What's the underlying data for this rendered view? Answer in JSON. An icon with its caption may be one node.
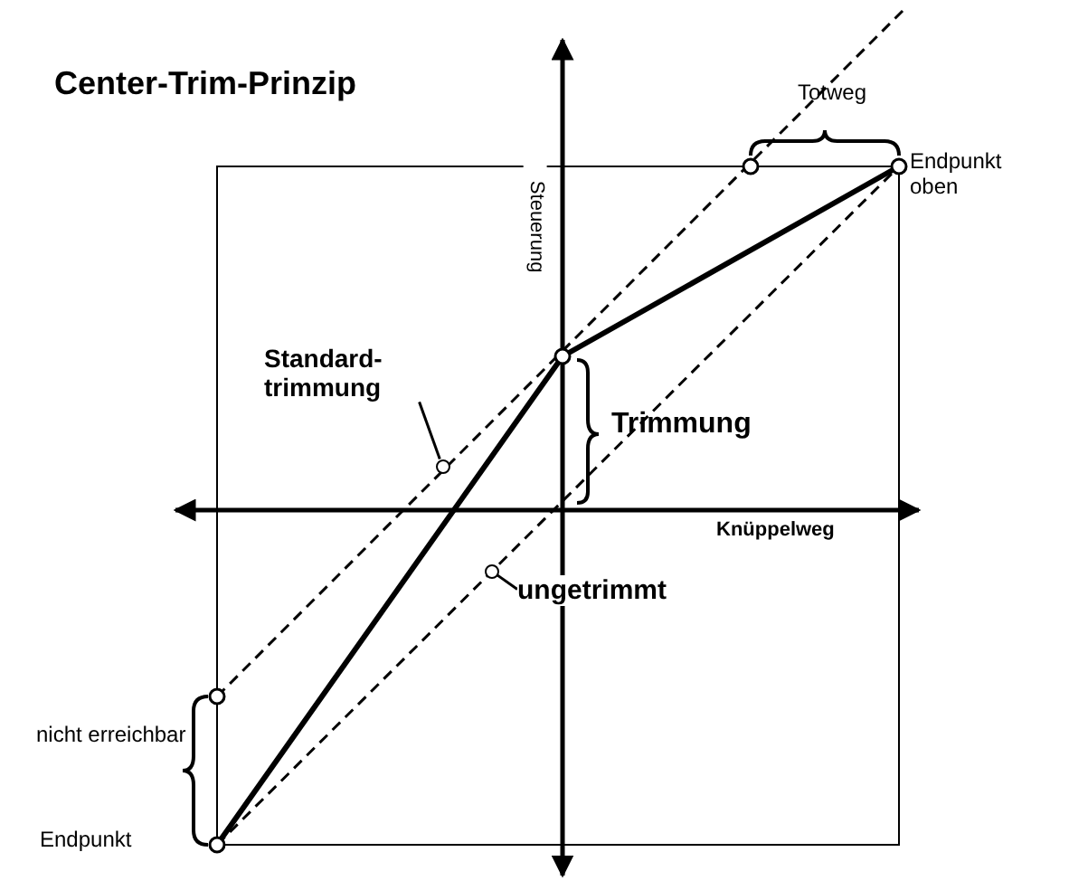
{
  "diagram": {
    "title": "Center-Trim-Prinzip",
    "nodes": [
      {
        "text": [
          "Standard-trimmung"
        ]
      },
      {
        "text": [
          "ungetrimmt"
        ]
      },
      {
        "text": [],
        "shape": "circle"
      },
      {
        "text": [],
        "shape": "circle"
      }
    ],
    "edges": [
      {
        "from": 0,
        "to": 2,
        "arrow": "none"
      },
      {
        "from": 1,
        "to": 3,
        "arrow": "none"
      }
    ],
    "labels": [
      "Totweg",
      "Endpunkt oben",
      "Steuerung",
      "Trimmung",
      "Knüppelweg",
      "nicht erreichbar",
      "Endpunkt"
    ]
  }
}
